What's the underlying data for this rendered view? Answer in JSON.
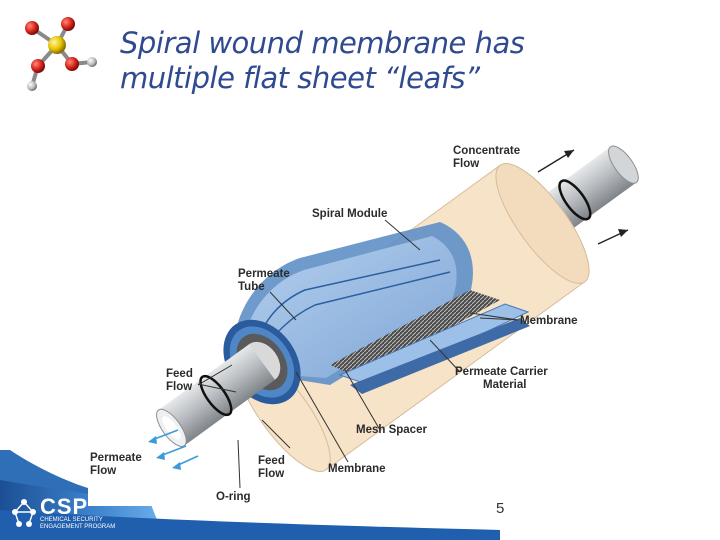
{
  "title": {
    "line1": "Spiral wound membrane has",
    "line2": "multiple flat sheet “leafs”"
  },
  "labels": {
    "concentrate_flow": [
      "Concentrate",
      "Flow"
    ],
    "spiral_module": "Spiral Module",
    "permeate_tube": [
      "Permeate",
      "Tube"
    ],
    "membrane_right": "Membrane",
    "feed_flow_left": [
      "Feed",
      "Flow"
    ],
    "permeate_carrier": [
      "Permeate Carrier",
      "Material"
    ],
    "mesh_spacer": "Mesh Spacer",
    "permeate_flow": [
      "Permeate",
      "Flow"
    ],
    "feed_flow_bottom": [
      "Feed",
      "Flow"
    ],
    "membrane_bottom": "Membrane",
    "o_ring": "O-ring"
  },
  "page_number": "5",
  "logo": {
    "name": "CSP",
    "subtitle": [
      "CHEMICAL SECURITY",
      "ENGAGEMENT PROGRAM"
    ]
  },
  "colors": {
    "title": "#2f4a8f",
    "module_shell": "#f6e3c8",
    "membrane_blue": "#8fb3dd",
    "tube_gray": "#b9bcc0",
    "brand_blue": "#1f5fae"
  },
  "icons": {
    "molecule": "sulfuric-acid-molecule-icon",
    "logo": "csp-logo-icon"
  }
}
